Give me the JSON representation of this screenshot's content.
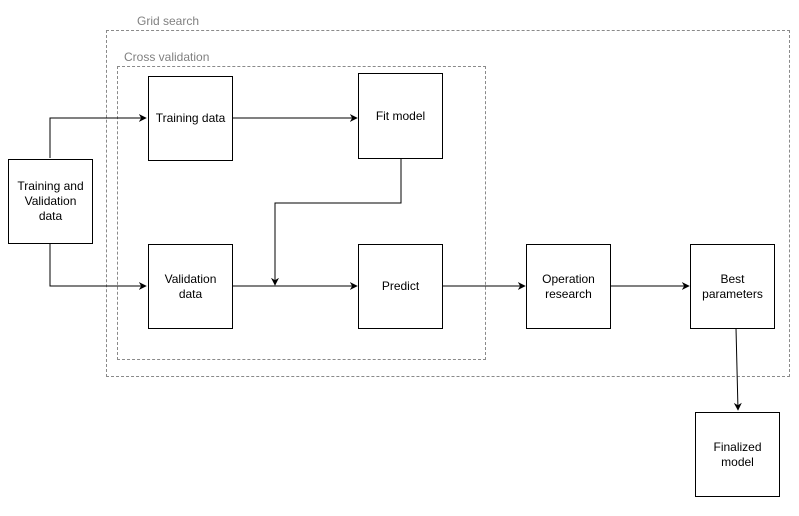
{
  "groups": {
    "grid_search": "Grid search",
    "cross_validation": "Cross validation"
  },
  "nodes": {
    "train_val": "Training and\nValidation\ndata",
    "training": "Training data",
    "fit": "Fit model",
    "validation": "Validation\ndata",
    "predict": "Predict",
    "operation": "Operation\nresearch",
    "best": "Best\nparameters",
    "final": "Finalized\nmodel"
  },
  "colors": {
    "stroke": "#000000",
    "group_border": "#8a8a8a",
    "group_label": "#808080",
    "background": "#ffffff"
  }
}
